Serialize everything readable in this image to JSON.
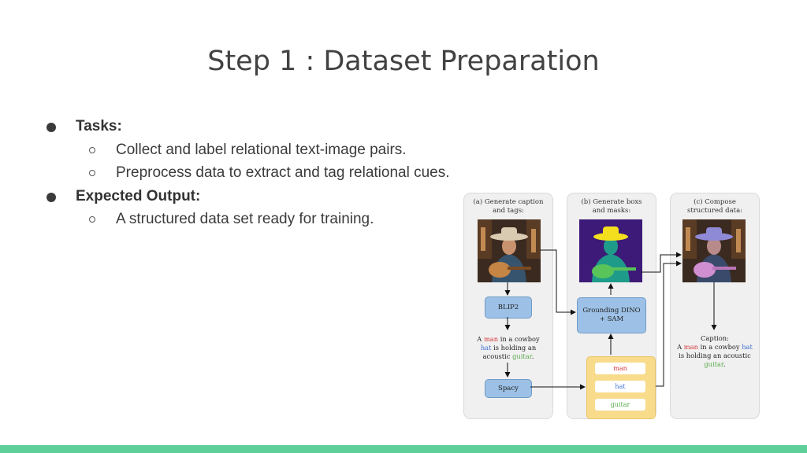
{
  "slide": {
    "title": "Step 1 : Dataset Preparation",
    "bullets": [
      {
        "label": "Tasks:",
        "items": [
          "Collect and label relational text-image pairs.",
          "Preprocess data to extract and tag relational cues."
        ]
      },
      {
        "label": "Expected Output:",
        "items": [
          "A structured data set ready for training."
        ]
      }
    ]
  },
  "diagram": {
    "panel_a": {
      "title_line1": "(a) Generate caption",
      "title_line2": "and tags:",
      "blip_label": "BLIP2",
      "caption_l1_pre": "A ",
      "caption_l1_man": "man",
      "caption_l1_post": " in a cowboy",
      "caption_l2_hat": "hat",
      "caption_l2_post": " is holding an",
      "caption_l3_pre": "acoustic ",
      "caption_l3_guitar": "guitar",
      "caption_l3_post": ".",
      "spacy_label": "Spacy"
    },
    "panel_b": {
      "title_line1": "(b) Generate boxs",
      "title_line2": "and masks:",
      "grounding_l1": "Grounding DINO",
      "grounding_l2": "+ SAM",
      "tags": [
        "man",
        "hat",
        "guitar"
      ]
    },
    "panel_c": {
      "title_line1": "(c) Compose",
      "title_line2": "structured data:",
      "caption_label": "Caption:",
      "caption_l1_pre": "A ",
      "caption_l1_man": "man",
      "caption_l1_mid": " in a cowboy ",
      "caption_l1_hat": "hat",
      "caption_l2": "is holding an acoustic",
      "caption_l3_guitar": "guitar",
      "caption_l3_post": "."
    }
  },
  "colors": {
    "footer": "#5ecf98",
    "box_blue": "#9dc1e6",
    "tag_yellow": "#f8dc8c",
    "mask_purple": "#3d1a78",
    "mask_teal": "#1f9b8a",
    "mask_yellow": "#f4df1e",
    "mask_green": "#58c45a"
  }
}
